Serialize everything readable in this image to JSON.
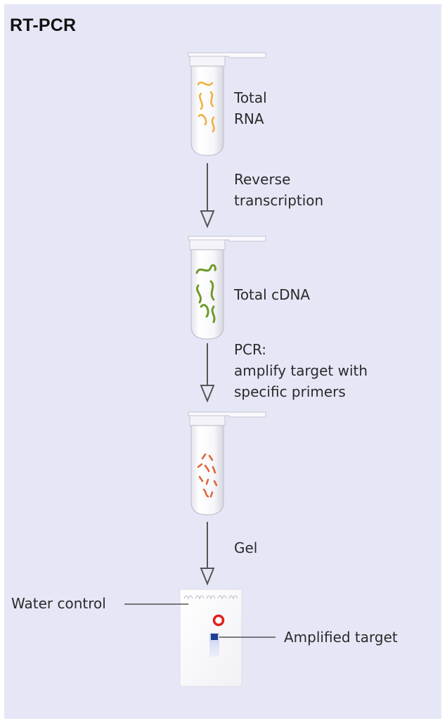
{
  "title": "RT-PCR",
  "steps": {
    "total_rna": [
      "Total",
      "RNA"
    ],
    "reverse_transcription": [
      "Reverse",
      "transcription"
    ],
    "total_cdna": "Total cDNA",
    "pcr": [
      "PCR:",
      "amplify target with",
      "specific primers"
    ],
    "gel": "Gel"
  },
  "gel_labels": {
    "water_control": "Water control",
    "amplified_target": "Amplified target"
  },
  "colors": {
    "background": "#e6e7f6",
    "rna": "#f0b040",
    "cdna": "#6e9a2a",
    "pcr_product": "#e0663a",
    "target_band": "#1f3f8f",
    "ring": "#e02020"
  }
}
